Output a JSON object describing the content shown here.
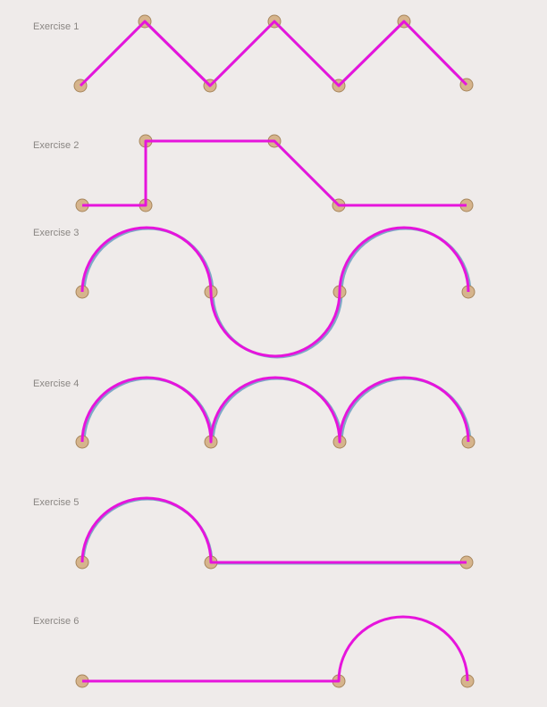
{
  "colors": {
    "background": "#efebea",
    "stroke": "#e614dc",
    "guide": "#7fa8c7",
    "anchor_fill": "#d6b48c",
    "anchor_stroke": "#a7865c",
    "label": "#8a8683"
  },
  "exercises": [
    {
      "label": "Exercise 1",
      "shape": "zigzag"
    },
    {
      "label": "Exercise 2",
      "shape": "step-and-slope"
    },
    {
      "label": "Exercise 3",
      "shape": "wave"
    },
    {
      "label": "Exercise 4",
      "shape": "three-arches"
    },
    {
      "label": "Exercise 5",
      "shape": "arch-then-line"
    },
    {
      "label": "Exercise 6",
      "shape": "line-then-arch"
    }
  ]
}
